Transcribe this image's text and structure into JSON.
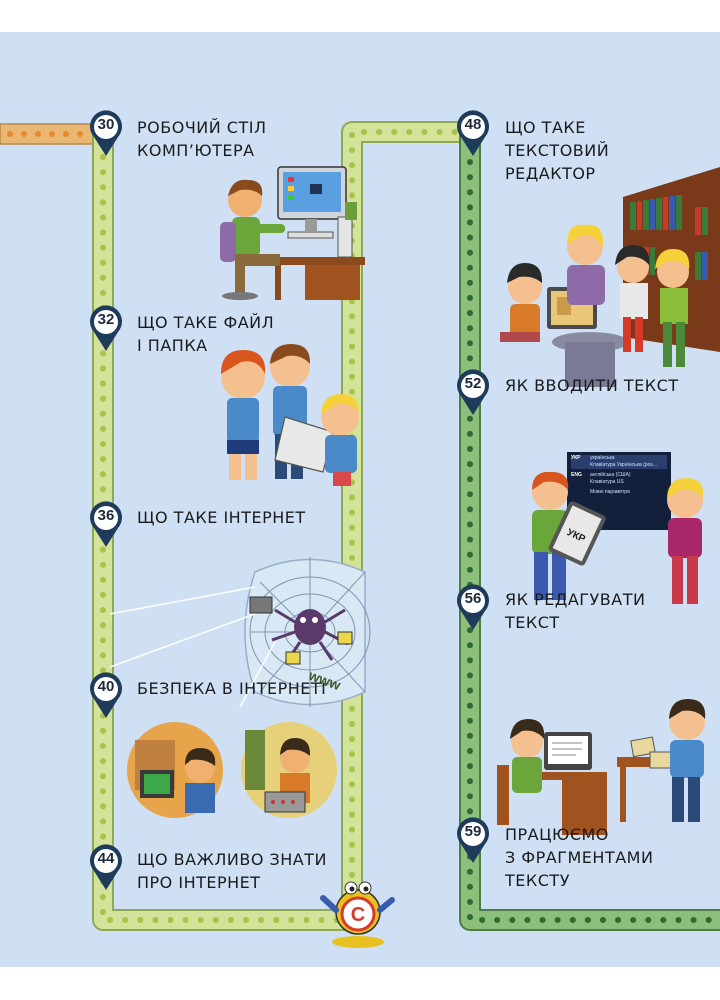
{
  "lessons": [
    {
      "page": "30",
      "lines": [
        "РОБОЧИЙ СТІЛ",
        "КОМП’ЮТЕРА"
      ]
    },
    {
      "page": "32",
      "lines": [
        "ЩО ТАКЕ ФАЙЛ",
        "І ПАПКА"
      ]
    },
    {
      "page": "36",
      "lines": [
        "ЩО ТАКЕ ІНТЕРНЕТ"
      ]
    },
    {
      "page": "40",
      "lines": [
        "БЕЗПЕКА В ІНТЕРНЕТІ"
      ]
    },
    {
      "page": "44",
      "lines": [
        "ЩО ВАЖЛИВО ЗНАТИ",
        "ПРО ІНТЕРНЕТ"
      ]
    },
    {
      "page": "48",
      "lines": [
        "ЩО ТАКЕ",
        "ТЕКСТОВИЙ",
        "РЕДАКТОР"
      ]
    },
    {
      "page": "52",
      "lines": [
        "ЯК ВВОДИТИ ТЕКСТ"
      ]
    },
    {
      "page": "56",
      "lines": [
        "ЯК РЕДАГУВАТИ",
        "ТЕКСТ"
      ]
    },
    {
      "page": "59",
      "lines": [
        "ПРАЦЮЄМО",
        "З ФРАГМЕНТАМИ",
        "ТЕКСТУ"
      ]
    }
  ],
  "language_panel": {
    "items": [
      {
        "code": "УКР",
        "name": "українська",
        "layout": "Клавіатура Українська (роз..."
      },
      {
        "code": "ENG",
        "name": "англійська (США)",
        "layout": "Клавіатура US"
      }
    ],
    "settings": "Мовні параметри"
  },
  "tablet_label": "УКР",
  "web_label": "www",
  "mascot_letter": "C",
  "colors": {
    "page_bg": "#cfe0f4",
    "track_light_green": "#d4e39a",
    "track_dark_green": "#7daa6e",
    "track_orange": "#e8b774",
    "pin": "#1f3b5a"
  }
}
